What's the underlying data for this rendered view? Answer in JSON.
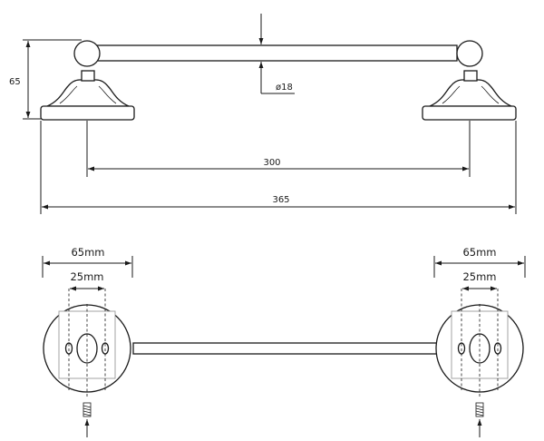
{
  "dimensions": {
    "height_label": "65",
    "diameter_label": "ø18",
    "center_distance_label": "300",
    "overall_length_label": "365",
    "left_base_width_label": "65mm",
    "left_hole_spacing_label": "25mm",
    "right_base_width_label": "65mm",
    "right_hole_spacing_label": "25mm"
  },
  "colors": {
    "line": "#1a1a1a",
    "mounting_plate": "#9a9a9a",
    "background": "#ffffff"
  }
}
